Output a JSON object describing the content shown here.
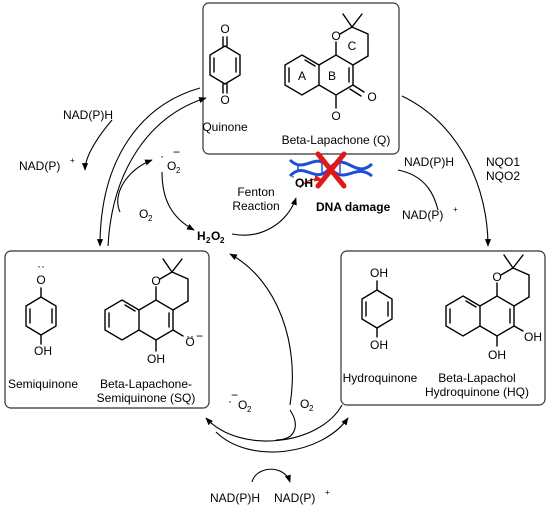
{
  "top_box": {
    "quinone_label": "Quinone",
    "beta_lap_label": "Beta-Lapachone (Q)",
    "ring_a": "A",
    "ring_b": "B",
    "ring_c": "C",
    "atom_o": "O"
  },
  "left_box": {
    "semiquinone_label": "Semiquinone",
    "bl_sq_line1": "Beta-Lapachone-",
    "bl_sq_line2": "Semiquinone (SQ)",
    "atom_o": "O",
    "atom_oh": "OH",
    "radical_dots": "··"
  },
  "right_box": {
    "hydroquinone_label": "Hydroquinone",
    "bl_hq_line1": "Beta-Lapachol",
    "bl_hq_line2": "Hydroquinone (HQ)",
    "atom_oh": "OH",
    "atom_o": "O"
  },
  "cycle": {
    "nadph": "NAD(P)H",
    "nadp": "NAD(P)",
    "plus": "+",
    "o2": "O",
    "o2_sub": "2",
    "superoxide_dot": "·",
    "superoxide_charge": "−",
    "h2o2_h": "H",
    "h2o2_o": "O",
    "sub2": "2",
    "fenton_line1": "Fenton",
    "fenton_line2": "Reaction",
    "oh_radical": "OH",
    "oh_dot": "·",
    "dna_damage": "DNA damage",
    "nqo1": "NQO1",
    "nqo2": "NQO2"
  },
  "colors": {
    "dna_blue": "#1c4fd6",
    "cross_red": "#e01818",
    "box_stroke": "#333333"
  }
}
